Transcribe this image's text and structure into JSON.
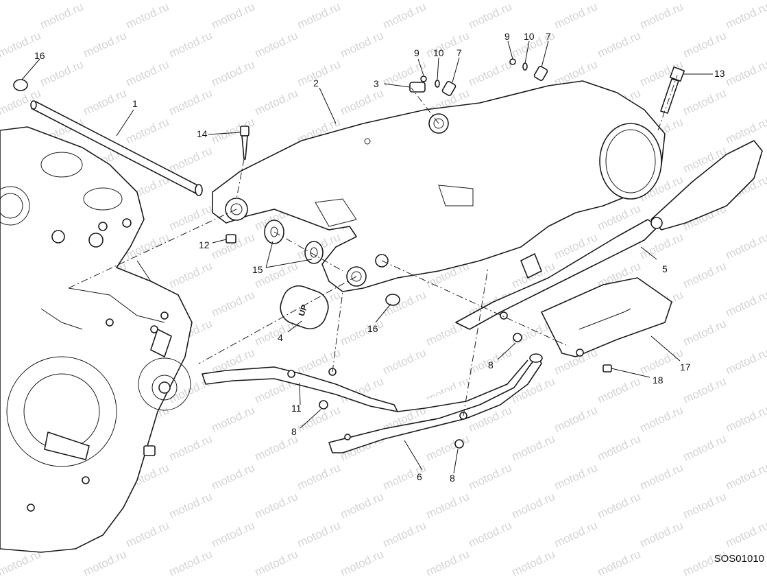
{
  "watermark": "motod.ru",
  "diagram_code": "SOS01010",
  "up_label": "UP",
  "callouts": [
    {
      "id": "1",
      "text": "1"
    },
    {
      "id": "2",
      "text": "2"
    },
    {
      "id": "3",
      "text": "3"
    },
    {
      "id": "4",
      "text": "4"
    },
    {
      "id": "5",
      "text": "5"
    },
    {
      "id": "6",
      "text": "6"
    },
    {
      "id": "7a",
      "text": "7"
    },
    {
      "id": "7b",
      "text": "7"
    },
    {
      "id": "8a",
      "text": "8"
    },
    {
      "id": "8b",
      "text": "8"
    },
    {
      "id": "8c",
      "text": "8"
    },
    {
      "id": "9a",
      "text": "9"
    },
    {
      "id": "9b",
      "text": "9"
    },
    {
      "id": "10a",
      "text": "10"
    },
    {
      "id": "10b",
      "text": "10"
    },
    {
      "id": "11",
      "text": "11"
    },
    {
      "id": "12",
      "text": "12"
    },
    {
      "id": "13",
      "text": "13"
    },
    {
      "id": "14",
      "text": "14"
    },
    {
      "id": "15",
      "text": "15"
    },
    {
      "id": "16a",
      "text": "16"
    },
    {
      "id": "16b",
      "text": "16"
    },
    {
      "id": "17",
      "text": "17"
    },
    {
      "id": "18",
      "text": "18"
    }
  ]
}
